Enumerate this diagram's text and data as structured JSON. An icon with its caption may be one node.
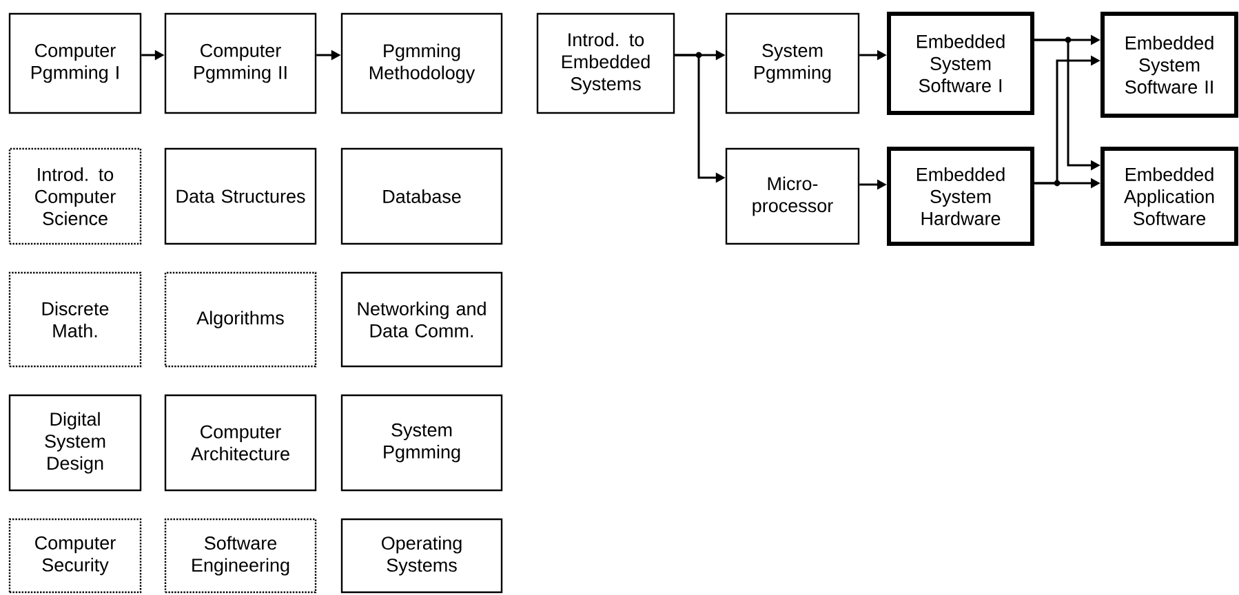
{
  "diagram": {
    "nodes": [
      {
        "text": [
          "Computer Pgmming I"
        ]
      },
      {
        "text": [
          "Computer Pgmming II"
        ]
      },
      {
        "text": [
          "Pgmming Methodology"
        ]
      },
      {
        "text": [
          "Introd. to Computer Science"
        ]
      },
      {
        "text": [
          "Data Structures"
        ]
      },
      {
        "text": [
          "Database"
        ]
      },
      {
        "text": [
          "Discrete Math."
        ]
      },
      {
        "text": [
          "Algorithms"
        ]
      },
      {
        "text": [
          "Networking and Data Comm."
        ]
      },
      {
        "text": [
          "Digital System Design"
        ]
      },
      {
        "text": [
          "Computer Architecture"
        ]
      },
      {
        "text": [
          "System Pgmming"
        ]
      },
      {
        "text": [
          "Computer Security"
        ]
      },
      {
        "text": [
          "Software Engineering"
        ]
      },
      {
        "text": [
          "Operating Systems"
        ]
      },
      {
        "text": [
          "Introd. to Embedded Systems"
        ]
      },
      {
        "text": [
          "System Pgmming"
        ]
      },
      {
        "text": [
          "Embedded System Software I"
        ]
      },
      {
        "text": [
          "Embedded System Software II"
        ]
      },
      {
        "text": [
          "Micro- processor"
        ]
      },
      {
        "text": [
          "Embedded System Hardware"
        ]
      },
      {
        "text": [
          "Embedded Application Software"
        ]
      }
    ],
    "edges": [
      {
        "from": 0,
        "to": 1,
        "arrow": "to"
      },
      {
        "from": 1,
        "to": 2,
        "arrow": "to"
      },
      {
        "from": 15,
        "to": 16,
        "arrow": "to"
      },
      {
        "from": 15,
        "to": 19,
        "arrow": "to"
      },
      {
        "from": 16,
        "to": 17,
        "arrow": "to"
      },
      {
        "from": 19,
        "to": 20,
        "arrow": "to"
      },
      {
        "from": 17,
        "to": 18,
        "arrow": "to"
      },
      {
        "from": 17,
        "to": 21,
        "arrow": "to"
      },
      {
        "from": 20,
        "to": 18,
        "arrow": "to"
      },
      {
        "from": 20,
        "to": 21,
        "arrow": "to"
      }
    ]
  }
}
